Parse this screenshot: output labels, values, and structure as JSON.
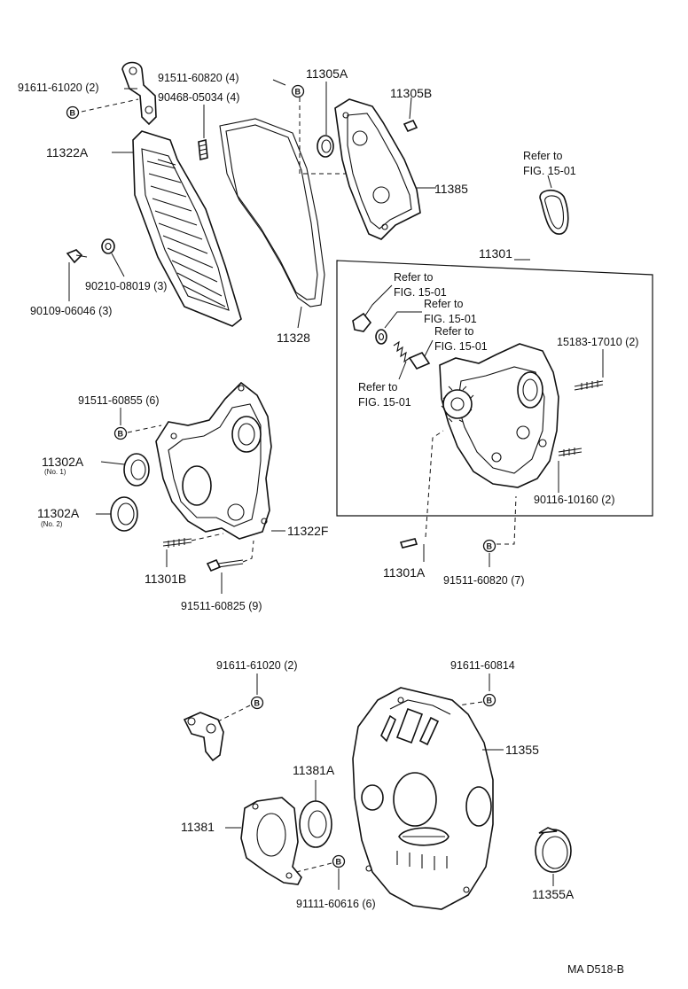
{
  "bolt_marker": "B",
  "footer_code": "MA  D518-B",
  "parts": {
    "p91611_61020_top": "91611-61020 (2)",
    "p91511_60820_4": "91511-60820 (4)",
    "p90468_05034": "90468-05034 (4)",
    "p11305A": "11305A",
    "p11305B": "11305B",
    "p11322A": "11322A",
    "p11385": "11385",
    "p90210_08019": "90210-08019 (3)",
    "p90109_06046": "90109-06046 (3)",
    "p11328": "11328",
    "p11301": "11301",
    "p15183_17010": "15183-17010 (2)",
    "p90116_10160": "90116-10160 (2)",
    "p91511_60855": "91511-60855 (6)",
    "p11302A_no1": "11302A",
    "p11302A_no2": "11302A",
    "p11322F": "11322F",
    "p11301B": "11301B",
    "p91511_60825": "91511-60825 (9)",
    "p11301A": "11301A",
    "p91511_60820_7": "91511-60820 (7)",
    "p91611_61020_bottom": "91611-61020 (2)",
    "p91611_60814": "91611-60814",
    "p11355": "11355",
    "p11381A": "11381A",
    "p11381": "11381",
    "p11355A": "11355A",
    "p91111_60616": "91111-60616 (6)"
  },
  "notes": {
    "no1": "(No. 1)",
    "no2": "(No. 2)"
  },
  "refer": {
    "r1_line1": "Refer to",
    "r1_line2": "FIG. 15-01",
    "r2_line1": "Refer to",
    "r2_line2": "FIG. 15-01",
    "r3_line1": "Refer to",
    "r3_line2": "FIG. 15-01",
    "r4_line1": "Refer to",
    "r4_line2": "FIG. 15-01",
    "r5_line1": "Refer to",
    "r5_line2": "FIG. 15-01"
  }
}
